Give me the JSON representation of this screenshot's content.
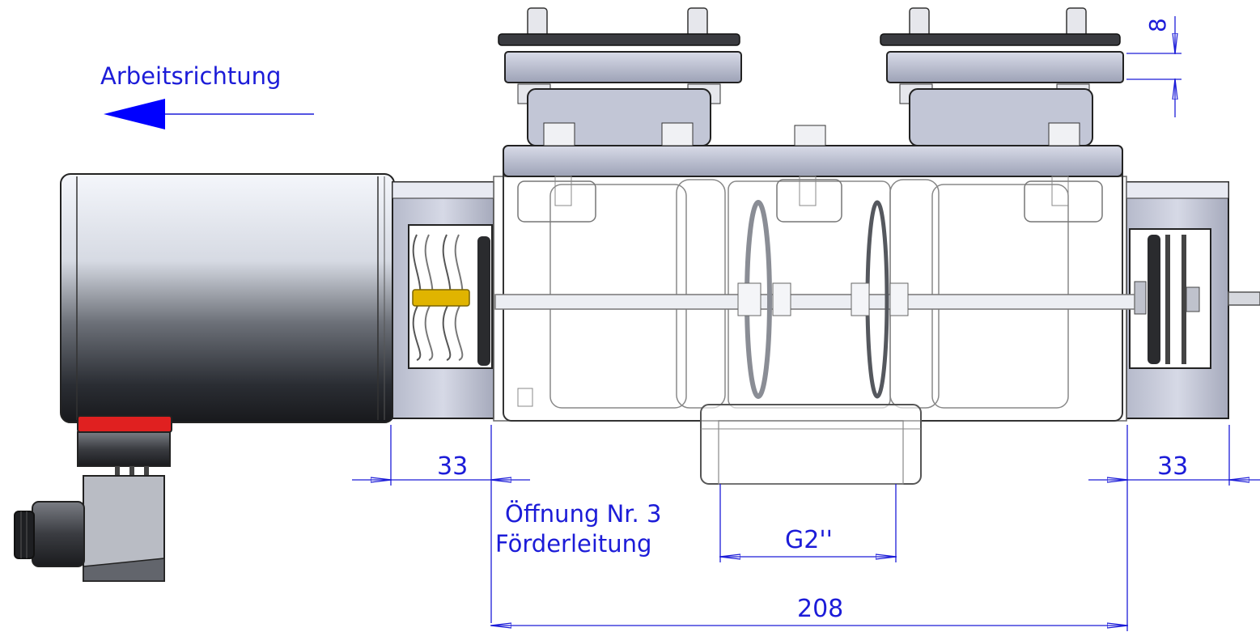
{
  "annotations": {
    "direction_label": "Arbeitsrichtung",
    "opening_line1": "Öffnung Nr. 3",
    "opening_line2": "Förderleitung"
  },
  "dimensions": {
    "left_flange_width": "33",
    "right_flange_width": "33",
    "thread_size": "G2''",
    "body_length": "208",
    "plate_thickness": "8"
  },
  "colors": {
    "dimension": "#1c1cd8",
    "arrow": "#0000ff",
    "body_steel": "#b8bccb",
    "indicator_red": "#e02020",
    "spring_brass": "#e0b400"
  }
}
